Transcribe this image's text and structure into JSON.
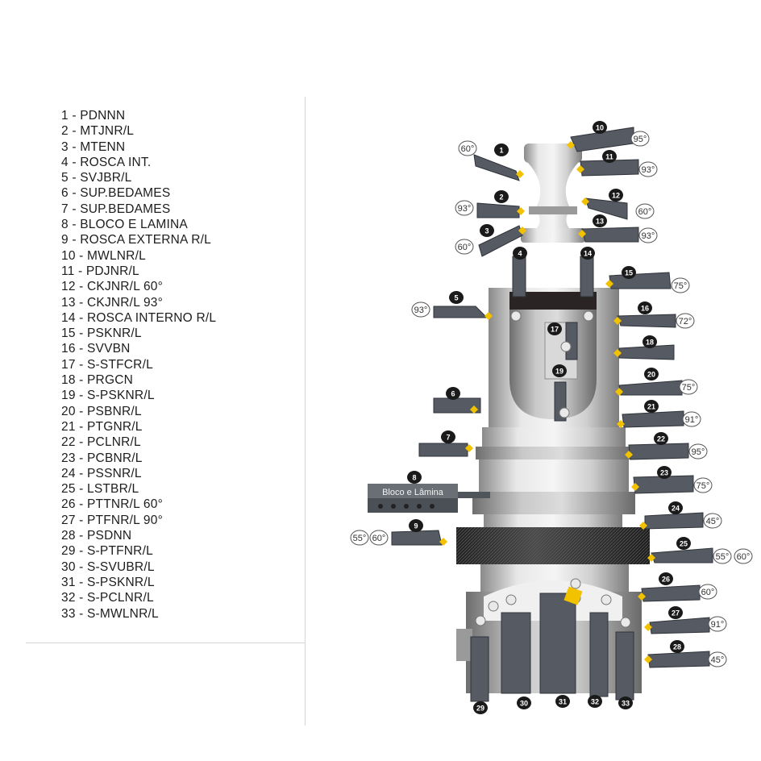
{
  "legend": [
    "1 -  PDNNN",
    "2  - MTJNR/L",
    "3  - MTENN",
    "4  - ROSCA INT.",
    "5  - SVJBR/L",
    "6  - SUP.BEDAMES",
    "7  - SUP.BEDAMES",
    "8  - BLOCO E LAMINA",
    "9  - ROSCA EXTERNA R/L",
    "10 - MWLNR/L",
    "11 - PDJNR/L",
    "12 - CKJNR/L 60°",
    "13 - CKJNR/L 93°",
    "14 - ROSCA INTERNO R/L",
    "15 - PSKNR/L",
    "16 - SVVBN",
    "17 - S-STFCR/L",
    "18 - PRGCN",
    "19 - S-PSKNR/L",
    "20 - PSBNR/L",
    "21 - PTGNR/L",
    "22 - PCLNR/L",
    "23 - PCBNR/L",
    "24 - PSSNR/L",
    "25 - LSTBR/L",
    "26 - PTTNR/L 60°",
    "27 - PTFNR/L 90°",
    "28 - PSDNN",
    "29 - S-PTFNR/L",
    "30 - S-SVUBR/L",
    "31 - S-PSKNR/L",
    "32 - S-PCLNR/L",
    "33 - S-MWLNR/L"
  ],
  "block_label": "Bloco e Lâmina",
  "tools": [
    {
      "n": "1"
    },
    {
      "n": "2"
    },
    {
      "n": "3"
    },
    {
      "n": "4"
    },
    {
      "n": "5"
    },
    {
      "n": "6"
    },
    {
      "n": "7"
    },
    {
      "n": "8"
    },
    {
      "n": "9"
    },
    {
      "n": "10"
    },
    {
      "n": "11"
    },
    {
      "n": "12"
    },
    {
      "n": "13"
    },
    {
      "n": "14"
    },
    {
      "n": "15"
    },
    {
      "n": "16"
    },
    {
      "n": "17"
    },
    {
      "n": "18"
    },
    {
      "n": "19"
    },
    {
      "n": "20"
    },
    {
      "n": "21"
    },
    {
      "n": "22"
    },
    {
      "n": "23"
    },
    {
      "n": "24"
    },
    {
      "n": "25"
    },
    {
      "n": "26"
    },
    {
      "n": "27"
    },
    {
      "n": "28"
    },
    {
      "n": "29"
    },
    {
      "n": "30"
    },
    {
      "n": "31"
    },
    {
      "n": "32"
    },
    {
      "n": "33"
    }
  ],
  "angles": {
    "a1": "60°",
    "a2": "93°",
    "a3": "60°",
    "a5": "93°",
    "a9a": "55°",
    "a9b": "60°",
    "a10": "95°",
    "a11": "93°",
    "a12": "60°",
    "a13": "93°",
    "a15": "75°",
    "a16": "72°",
    "a20": "75°",
    "a21": "91°",
    "a22": "95°",
    "a23": "75°",
    "a24": "45°",
    "a25a": "55°",
    "a25b": "60°",
    "a26": "60°",
    "a27": "91°",
    "a28": "45°"
  },
  "colors": {
    "tool": "#555a63",
    "tool_dark": "#2f3339",
    "insert": "#f2c200",
    "metal_light": "#e6e6e6",
    "metal_mid": "#b5b5b5",
    "metal_dark": "#7a7a7a",
    "knurl": "#3a3a3a"
  }
}
